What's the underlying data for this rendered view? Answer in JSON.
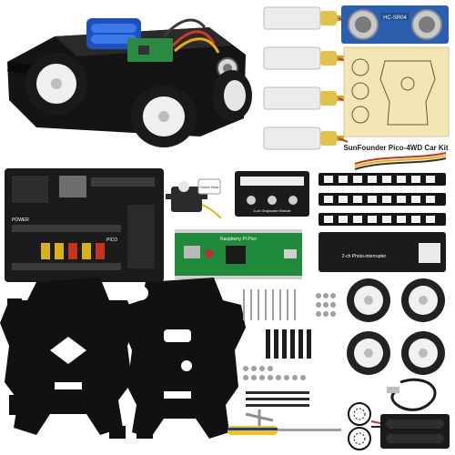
{
  "product": {
    "kit_title": "SunFounder Pico-4WD Car Kit"
  },
  "labels": {
    "ultrasonic_model": "HC-SR04",
    "pico_board": "Raspberry Pi Pico",
    "gray_module": "3-ch Grayscale Module",
    "photo_interrupter": "2-ch Photo-interrupter",
    "power_label": "POWER",
    "pico_label": "PICO",
    "clutch_label": "Clutch Gear"
  },
  "colors": {
    "acrylic": "#111111",
    "board_black": "#1b1b1b",
    "pico_green": "#1f8a3a",
    "wheel_white": "#f1f1f1",
    "tire": "#222222",
    "motor_white": "#e9e9e9",
    "gear_yellow": "#e2c24a",
    "sensor_blue": "#2a5fb0",
    "manual_paper": "#f2e6b5",
    "screw_grey": "#9aa0a6",
    "cable_red": "#c8331e",
    "cable_yellow": "#e6b10f"
  }
}
